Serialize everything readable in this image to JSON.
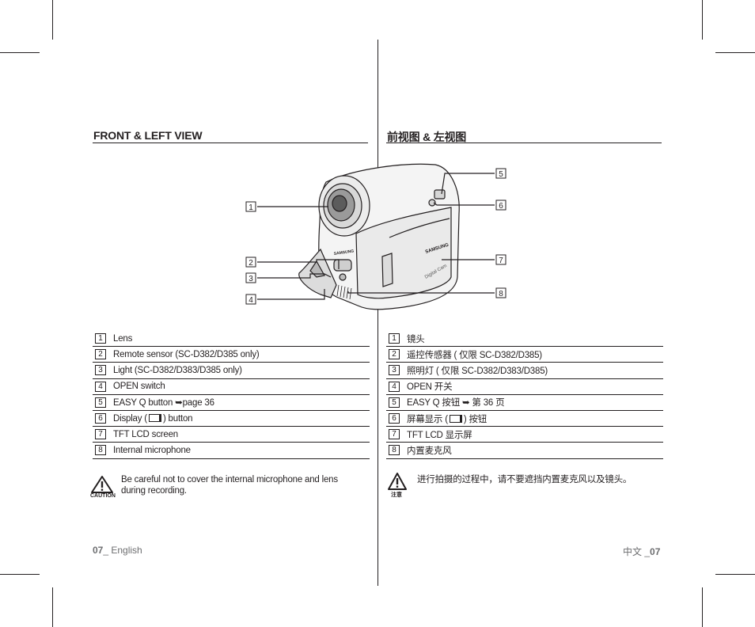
{
  "left": {
    "heading": "FRONT & LEFT VIEW",
    "parts": [
      {
        "num": "1",
        "text": "Lens"
      },
      {
        "num": "2",
        "text": "Remote sensor (SC-D382/D385 only)"
      },
      {
        "num": "3",
        "text": "Light (SC-D382/D383/D385 only)"
      },
      {
        "num": "4",
        "text": "OPEN switch"
      },
      {
        "num": "5",
        "text": "EASY Q button ➥page 36"
      },
      {
        "num": "6",
        "text_before": "Display (",
        "text_after": ") button"
      },
      {
        "num": "7",
        "text": "TFT LCD screen"
      },
      {
        "num": "8",
        "text": "Internal microphone"
      }
    ],
    "caution_label": "CAUTION",
    "caution_text": "Be careful not to cover the internal microphone and lens during recording.",
    "footer_page": "07",
    "footer_lang": "_ English"
  },
  "right": {
    "heading": "前视图 & 左视图",
    "parts": [
      {
        "num": "1",
        "text": "镜头"
      },
      {
        "num": "2",
        "text": "遥控传感器 ( 仅限 SC-D382/D385)"
      },
      {
        "num": "3",
        "text": "照明灯 ( 仅限 SC-D382/D383/D385)"
      },
      {
        "num": "4",
        "text": "OPEN 开关"
      },
      {
        "num": "5",
        "text": "EASY Q 按钮 ➥ 第 36 页"
      },
      {
        "num": "6",
        "text_before": "屏幕显示 (",
        "text_after": ") 按钮"
      },
      {
        "num": "7",
        "text": "TFT LCD 显示屏"
      },
      {
        "num": "8",
        "text": "内置麦克风"
      }
    ],
    "caution_label": "注意",
    "caution_text": "进行拍摄的过程中，请不要遮挡内置麦克风以及镜头。",
    "footer_lang": "中文 _",
    "footer_page": "07"
  },
  "diagram": {
    "callouts": [
      "1",
      "2",
      "3",
      "4",
      "5",
      "6",
      "7",
      "8"
    ],
    "brand_text": "SAMSUNG",
    "model_text": "Digital Cam"
  }
}
